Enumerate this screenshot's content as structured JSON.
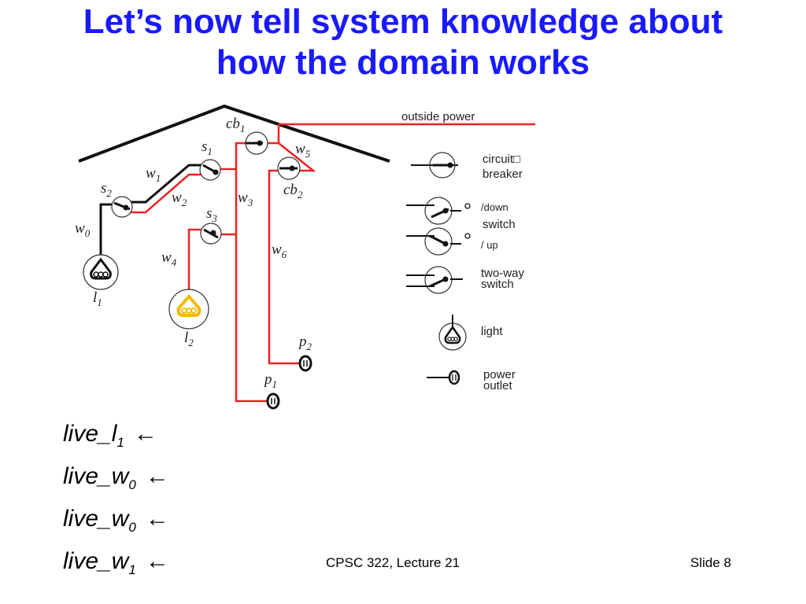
{
  "slide": {
    "title_line1": "Let’s now tell system knowledge about",
    "title_line2": "how the domain works"
  },
  "diagram": {
    "outside_power_label": "outside power",
    "labels": {
      "cb1": "cb",
      "cb1_sub": "1",
      "cb2": "cb",
      "cb2_sub": "2",
      "s1": "s",
      "s1_sub": "1",
      "s2": "s",
      "s2_sub": "2",
      "s3": "s",
      "s3_sub": "3",
      "w0": "w",
      "w0_sub": "0",
      "w1": "w",
      "w1_sub": "1",
      "w2": "w",
      "w2_sub": "2",
      "w3": "w",
      "w3_sub": "3",
      "w4": "w",
      "w4_sub": "4",
      "w5": "w",
      "w5_sub": "5",
      "w6": "w",
      "w6_sub": "6",
      "l1": "l",
      "l1_sub": "1",
      "l2": "l",
      "l2_sub": "2",
      "p1": "p",
      "p1_sub": "1",
      "p2": "p",
      "p2_sub": "2"
    },
    "colors": {
      "live_wire": "#ee2222",
      "dead_wire": "#111111",
      "lit_light": "#f5b800",
      "title": "#1a1aff"
    }
  },
  "legend": {
    "circuit_breaker_line1": "circuit□",
    "circuit_breaker_line2": "breaker",
    "down": "/down",
    "switch": "switch",
    "up": "/ up",
    "two_way_line1": "two-way",
    "two_way_line2": "switch",
    "light": "light",
    "power_outlet_line1": "power",
    "power_outlet_line2": "outlet"
  },
  "rules": [
    {
      "head": "live_l",
      "sub": "1",
      "arrow": "←"
    },
    {
      "head": "live_w",
      "sub": "0",
      "arrow": "←"
    },
    {
      "head": "live_w",
      "sub": "0",
      "arrow": "←"
    },
    {
      "head": "live_w",
      "sub": "1",
      "arrow": "←"
    }
  ],
  "footer": {
    "course": "CPSC 322, Lecture 21",
    "slide": "Slide 8"
  }
}
